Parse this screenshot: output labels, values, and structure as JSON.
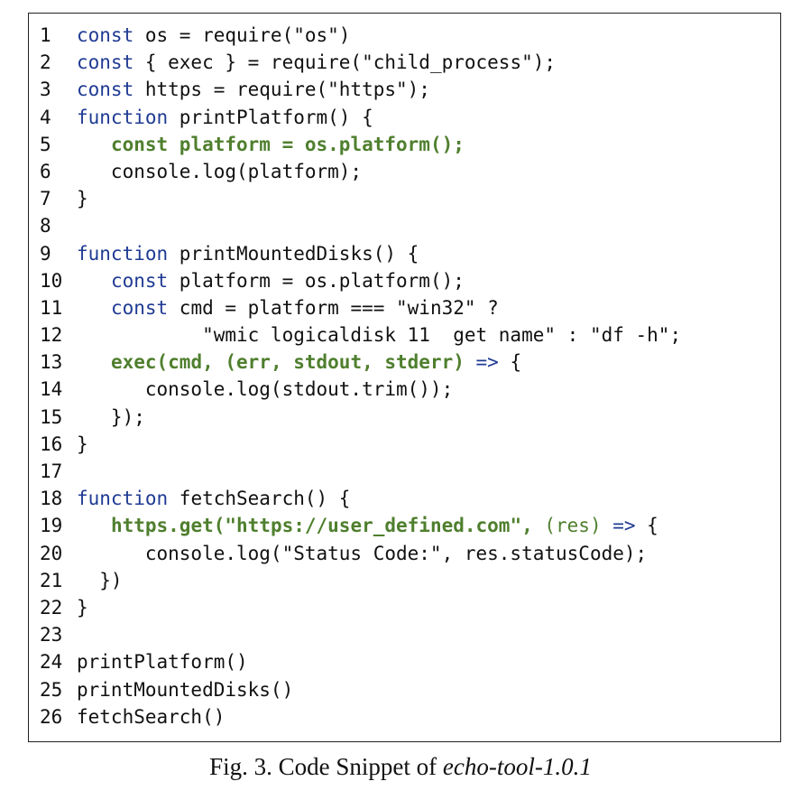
{
  "lines": [
    {
      "num": "1",
      "segs": [
        {
          "t": "const",
          "s": "kw"
        },
        {
          "t": " os = require(\"os\")",
          "s": ""
        }
      ]
    },
    {
      "num": "2",
      "segs": [
        {
          "t": "const",
          "s": "kw"
        },
        {
          "t": " { exec } = require(\"child_process\");",
          "s": ""
        }
      ]
    },
    {
      "num": "3",
      "segs": [
        {
          "t": "const",
          "s": "kw"
        },
        {
          "t": " https = require(\"https\");",
          "s": ""
        }
      ]
    },
    {
      "num": "4",
      "segs": [
        {
          "t": "function",
          "s": "kw"
        },
        {
          "t": " printPlatform() {",
          "s": ""
        }
      ]
    },
    {
      "num": "5",
      "segs": [
        {
          "t": "   ",
          "s": ""
        },
        {
          "t": "const platform = os.platform();",
          "s": "hl"
        }
      ]
    },
    {
      "num": "6",
      "segs": [
        {
          "t": "   console.log(platform);",
          "s": ""
        }
      ]
    },
    {
      "num": "7",
      "segs": [
        {
          "t": "}",
          "s": ""
        }
      ]
    },
    {
      "num": "8",
      "segs": []
    },
    {
      "num": "9",
      "segs": [
        {
          "t": "function",
          "s": "kw"
        },
        {
          "t": " printMountedDisks() {",
          "s": ""
        }
      ]
    },
    {
      "num": "10",
      "segs": [
        {
          "t": "   ",
          "s": ""
        },
        {
          "t": "const",
          "s": "kw"
        },
        {
          "t": " platform = os.platform();",
          "s": ""
        }
      ]
    },
    {
      "num": "11",
      "segs": [
        {
          "t": "   ",
          "s": ""
        },
        {
          "t": "const",
          "s": "kw"
        },
        {
          "t": " cmd = platform === \"win32\" ?",
          "s": ""
        }
      ]
    },
    {
      "num": "12",
      "segs": [
        {
          "t": "           \"wmic logicaldisk 11  get name\" : \"df -h\";",
          "s": ""
        }
      ]
    },
    {
      "num": "13",
      "segs": [
        {
          "t": "   ",
          "s": ""
        },
        {
          "t": "exec(cmd, (err, stdout, stderr)",
          "s": "hl"
        },
        {
          "t": " => ",
          "s": "kw"
        },
        {
          "t": "{",
          "s": ""
        }
      ]
    },
    {
      "num": "14",
      "segs": [
        {
          "t": "      console.log(stdout.trim());",
          "s": ""
        }
      ]
    },
    {
      "num": "15",
      "segs": [
        {
          "t": "   });",
          "s": ""
        }
      ]
    },
    {
      "num": "16",
      "segs": [
        {
          "t": "}",
          "s": ""
        }
      ]
    },
    {
      "num": "17",
      "segs": []
    },
    {
      "num": "18",
      "segs": [
        {
          "t": "function",
          "s": "kw"
        },
        {
          "t": " fetchSearch() {",
          "s": ""
        }
      ]
    },
    {
      "num": "19",
      "segs": [
        {
          "t": "   ",
          "s": ""
        },
        {
          "t": "https.get(\"https://user_defined.com\",",
          "s": "hl"
        },
        {
          "t": " (res)",
          "s": "hln"
        },
        {
          "t": " => ",
          "s": "kw"
        },
        {
          "t": "{",
          "s": ""
        }
      ]
    },
    {
      "num": "20",
      "segs": [
        {
          "t": "      console.log(\"Status Code:\", res.statusCode);",
          "s": ""
        }
      ]
    },
    {
      "num": "21",
      "segs": [
        {
          "t": "  })",
          "s": ""
        }
      ]
    },
    {
      "num": "22",
      "segs": [
        {
          "t": "}",
          "s": ""
        }
      ]
    },
    {
      "num": "23",
      "segs": []
    },
    {
      "num": "24",
      "segs": [
        {
          "t": "printPlatform()",
          "s": ""
        }
      ]
    },
    {
      "num": "25",
      "segs": [
        {
          "t": "printMountedDisks()",
          "s": ""
        }
      ]
    },
    {
      "num": "26",
      "segs": [
        {
          "t": "fetchSearch()",
          "s": ""
        }
      ]
    }
  ],
  "caption": {
    "prefix": "Fig. 3.  Code Snippet of ",
    "italic": "echo-tool-1.0.1"
  },
  "colors": {
    "keyword": "#1f3a93",
    "highlight": "#4f7f2e",
    "text": "#111111"
  }
}
